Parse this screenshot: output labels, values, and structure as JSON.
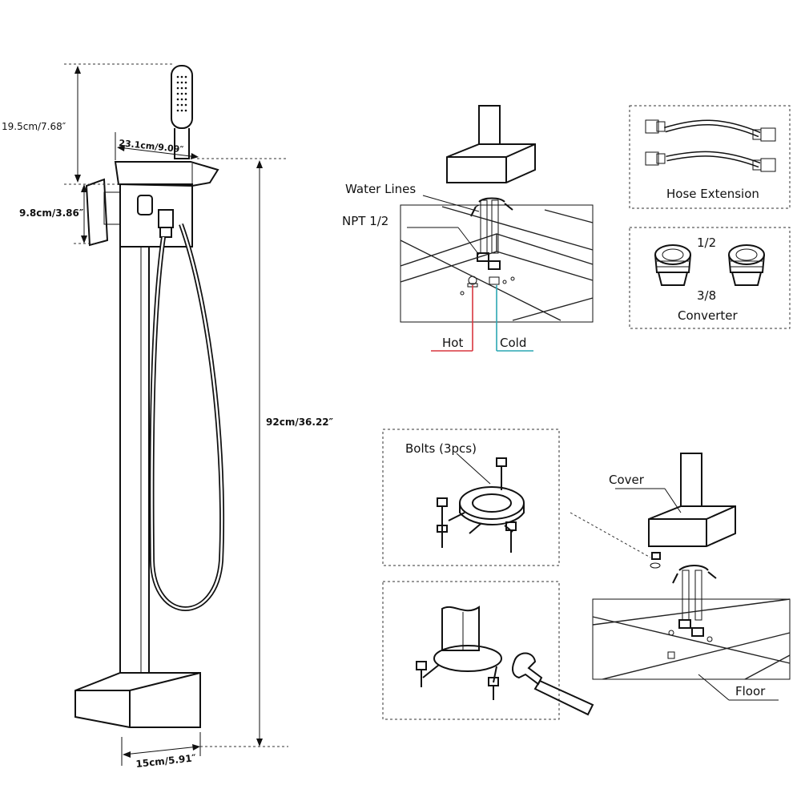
{
  "dimensions": {
    "spray_height": "19.5cm/7.68″",
    "spout_length": "23.1cm/9.09″",
    "handle_height": "9.8cm/3.86″",
    "total_height": "92cm/36.22″",
    "base_width": "15cm/5.91″"
  },
  "labels": {
    "water_lines": "Water Lines",
    "npt": "NPT 1/2",
    "hot": "Hot",
    "cold": "Cold",
    "hose_extension": "Hose Extension",
    "converter_top": "1/2",
    "converter_bottom": "3/8",
    "converter": "Converter",
    "bolts": "Bolts (3pcs)",
    "cover": "Cover",
    "floor": "Floor"
  },
  "colors": {
    "hot": "#d9363e",
    "cold": "#2aa7b3",
    "line": "#111111"
  }
}
